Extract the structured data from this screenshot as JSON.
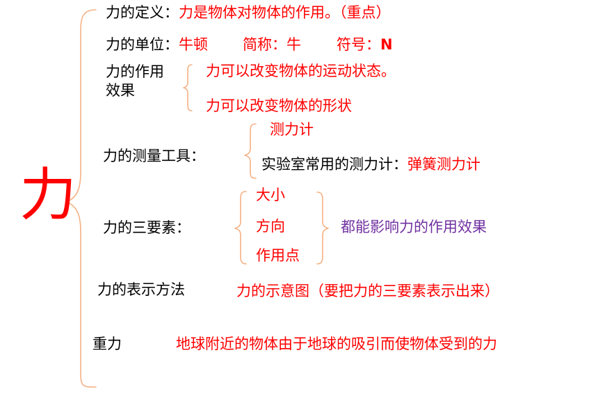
{
  "main_char": "力",
  "definition": {
    "label": "力的定义：",
    "value": "力是物体对物体的作用。（重点）"
  },
  "unit": {
    "label": "力的单位：",
    "value": "牛顿",
    "short_label": "简称：",
    "short_value": "牛",
    "symbol_label": "符号：",
    "symbol_value": "N"
  },
  "effect": {
    "label_line1": "力的作用",
    "label_line2": "效果",
    "items": [
      "力可以改变物体的运动状态。",
      "力可以改变物体的形状"
    ]
  },
  "measure": {
    "label": "力的测量工具：",
    "item1": "测力计",
    "item2_prefix": "实验室常用的测力计：",
    "item2_value": "弹簧测力计"
  },
  "elements": {
    "label": "力的三要素：",
    "items": [
      "大小",
      "方向",
      "作用点"
    ],
    "note": "都能影响力的作用效果"
  },
  "representation": {
    "label": "力的表示方法",
    "value": "力的示意图（要把力的三要素表示出来）"
  },
  "gravity": {
    "label": "重力",
    "value": "地球附近的物体由于地球的吸引而使物体受到的力"
  },
  "colors": {
    "red": "#ff0000",
    "purple": "#7030a0",
    "brace": "#f4b183"
  }
}
